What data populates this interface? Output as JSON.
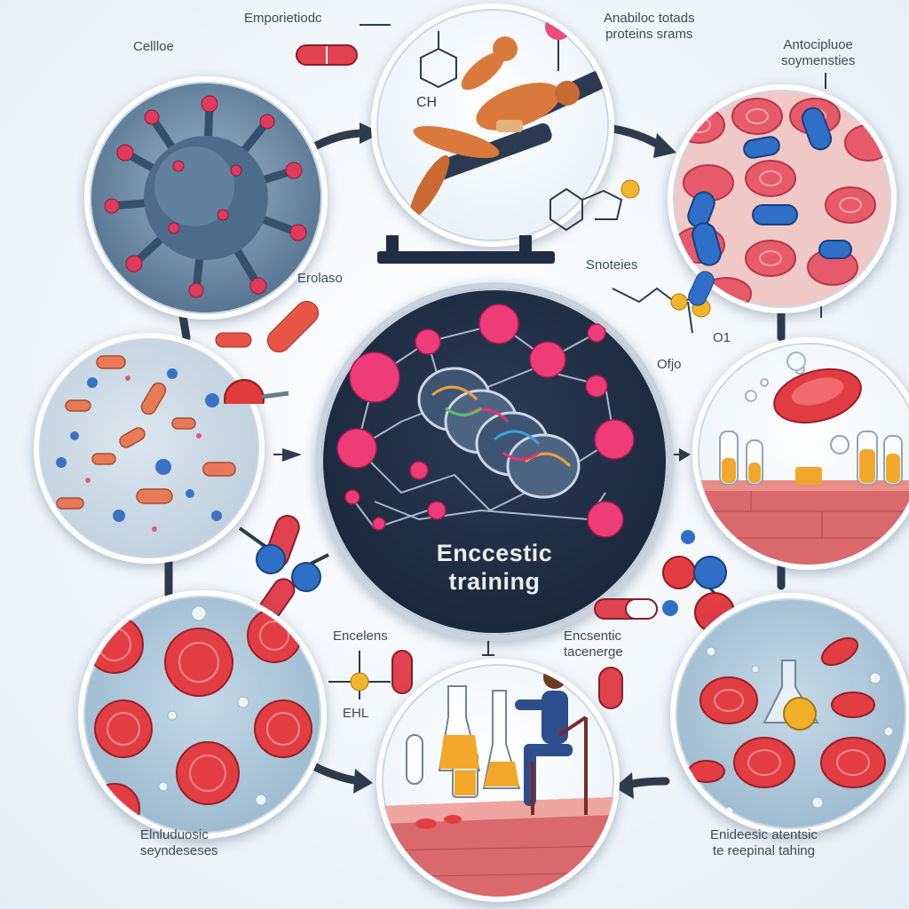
{
  "labels": {
    "top_left_a": "Cellloe",
    "top_center_a": "Emporietiodc",
    "top_right_a": "Anabiloc totads\nproteins srams",
    "top_right_b": "Antocipluoe\nsoymensties",
    "mid_left": "Erolaso",
    "mid_right_a": "Snoteies",
    "mid_right_b": "Ofjo",
    "mid_right_c": "O1",
    "ch_label": "CH",
    "bottom_center_a": "Encelens",
    "bottom_center_b": "Encsentic\ntacenerge",
    "ehl_label": "EHL",
    "bottom_left": "Elnluduosic\nseyndeseses",
    "bottom_right": "Enideesic atentsic\nte reepinal tahing"
  },
  "center": {
    "title_line1": "Enccestic",
    "title_line2": "training"
  },
  "colors": {
    "navy": "#1f2e44",
    "pink": "#e8336f",
    "red_cell": "#e0424f",
    "blue_capsule": "#2f6fc8",
    "arrow": "#2d3b4c"
  }
}
